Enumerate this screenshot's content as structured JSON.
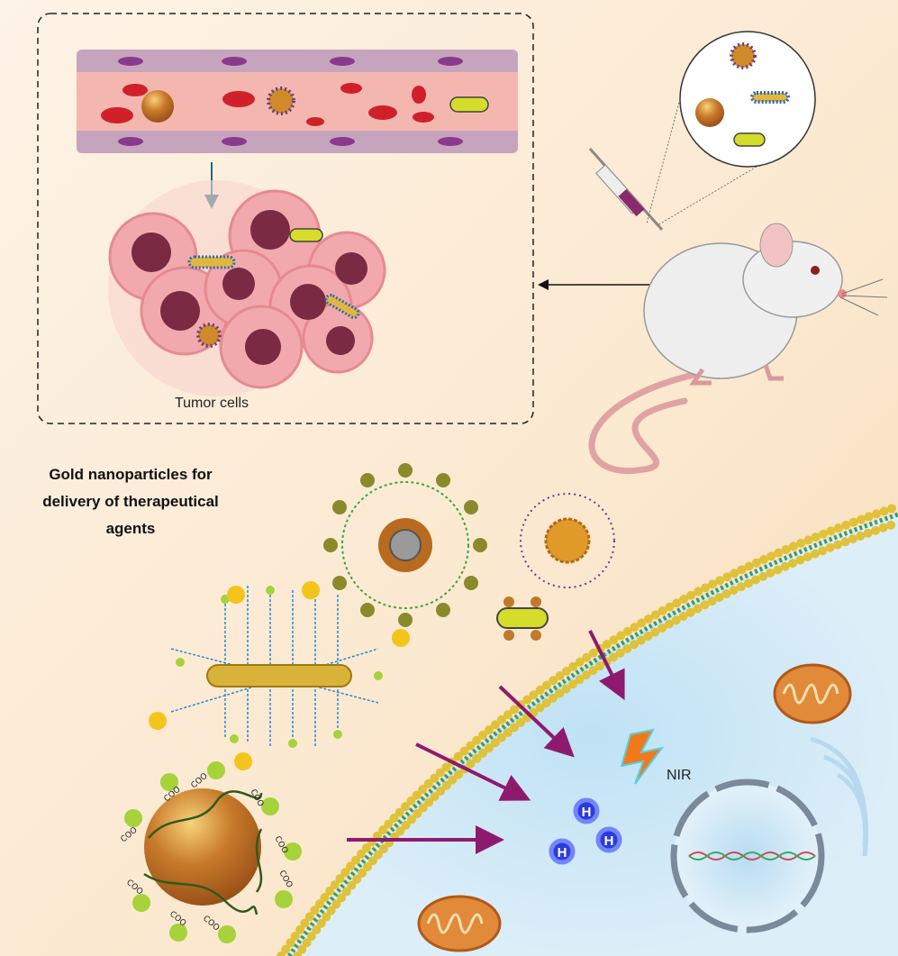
{
  "title_lines": [
    "Gold nanoparticles for",
    "delivery of therapeutical",
    "agents"
  ],
  "tumor_label": "Tumor cells",
  "nir_label": "NIR",
  "hydrogen_labels": [
    "H",
    "H",
    "H"
  ],
  "coo_label": "COO",
  "colors": {
    "background_top": "#fdf1e4",
    "cell_interior": "#dceef8",
    "gold": "#c87a2a",
    "arrow": "#8e1a6e",
    "membrane": "#e0c23a",
    "vessel": "#f2b7b0",
    "tumor_cell": "#f1a9ad",
    "nucleus": "#7a2a42"
  }
}
